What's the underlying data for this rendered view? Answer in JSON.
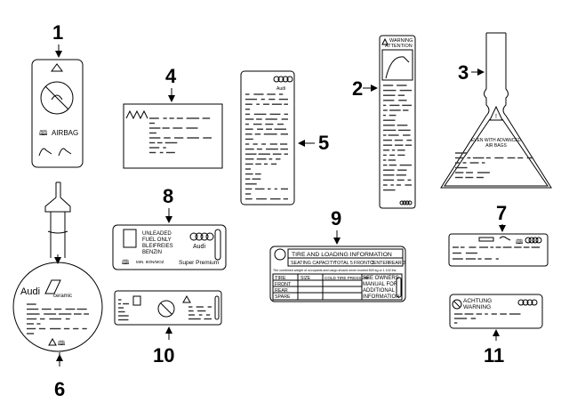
{
  "callouts": [
    "1",
    "2",
    "3",
    "4",
    "5",
    "6",
    "7",
    "8",
    "9",
    "10",
    "11"
  ],
  "labels": {
    "airbag": {
      "text": "AIRBAG"
    },
    "warning": {
      "line1": "WARNING",
      "line2": "ATTENTION"
    },
    "audi_small": {
      "text": "Audi"
    },
    "label3": {
      "line1": "EVEN WITH ADVANCED",
      "line2": "AIR BAGS"
    },
    "label8": {
      "line1": "UNLEADED",
      "line2": "FUEL ONLY",
      "line3": "BLEIFREIES",
      "line4": "BENZIN",
      "min": "MIN. 90/N/MOZ",
      "grade": "Super Premium"
    },
    "label9": {
      "title": "TIRE AND LOADING INFORMATION",
      "seating": "SEATING CAPACITY",
      "total": "TOTAL 5",
      "front": "FRONT 2",
      "rear_seat": "CENTER",
      "rear_total": "REAR 3",
      "combined": "The combined weight of occupants and cargo should never exceed 500 kg or 1 102 lbs.",
      "col_tire": "TIRE",
      "col_size": "SIZE",
      "col_cold": "COLD TIRE PRESSURE",
      "col_see": "SEE OWNERS",
      "row_front": "FRONT",
      "row_rear": "REAR",
      "row_spare": "SPARE",
      "manual": "MANUAL FOR",
      "additional": "ADDITIONAL",
      "information": "INFORMATION"
    },
    "label6": {
      "brand": "Audi",
      "sub": "ceramic"
    },
    "label11": {
      "line1": "ACHTUNG",
      "line2": "WARNING"
    }
  }
}
